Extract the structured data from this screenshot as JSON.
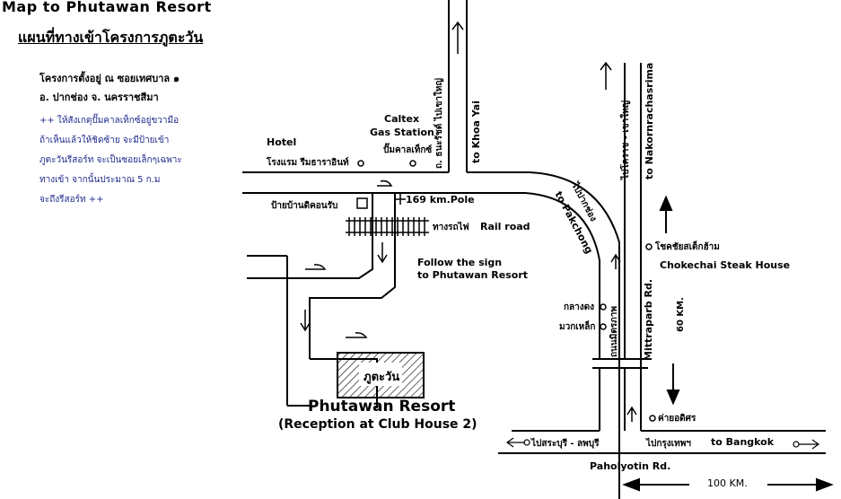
{
  "header": {
    "title_en": "Map to Phutawan Resort",
    "title_th": "แผนที่ทางเข้าโครงการภูตะวัน"
  },
  "address": {
    "line1": "โครงการตั้งอยู่ ณ ซอยเทศบาล ๑",
    "line2": "อ. ปากช่อง จ. นครราชสีมา"
  },
  "directions": [
    "++ ให้สังเกตุปั๊มคาลเท็กซ์อยู่ขวามือ",
    "ถ้าเห็นแล้วให้ชิดซ้าย จะมีป้ายเข้า",
    "ภูตะวันรีสอร์ท จะเป็นซอยเล็กๆเฉพาะ",
    "ทางเข้า จากนั้นประมาณ 5 ก.ม",
    "จะถึงรีสอร์ท ++"
  ],
  "labels": {
    "hotel_en": "Hotel",
    "hotel_th": "โรงแรม รีมธาราอินท์",
    "caltex_1": "Caltex",
    "caltex_2": "Gas Station",
    "caltex_th": "ปั๊มคาลเท็กซ์",
    "khao_yai_th": "ถ. ธนะรัชต์ ไปเขาใหญ่",
    "khao_yai_en": "to Khoa Yai",
    "sign_th": "ป้ายบ้านดิคอนรับ",
    "km_pole": "169 km.Pole",
    "rail_th": "ทางรถไฟ",
    "rail_en": "Rail road",
    "follow_1": "Follow the sign",
    "follow_2": "to Phutawan Resort",
    "pakchong_th": "ไปปากช่อง",
    "pakchong_en": "to Pakchong",
    "korat_th": "ไปโคราช - เขาใหญ่",
    "korat_en": "to Nakornrachasrima",
    "steak_th": "โชคชัยสเต็กฮ้าม",
    "steak_en": "Chokechai Steak House",
    "mittraparb_th": "ถนนมิตรภาพ",
    "mittraparb_en": "Mittraparb Rd.",
    "dist_60": "60 KM.",
    "klangdong": "กลางดง",
    "muak_lek": "มวกเหล็ก",
    "camp": "ค่ายอดิศร",
    "resort_block": "ภูตะวัน",
    "resort_name": "Phutawan Resort",
    "resort_sub": "(Reception at Club House 2)",
    "saraburi": "ไปสระบุรี - ลพบุรี",
    "bangkok_th": "ไปกรุงเทพฯ",
    "bangkok_en": "to Bangkok",
    "paholyotin": "Paholyotin Rd.",
    "dist_100": "100 KM."
  },
  "colors": {
    "ink": "#000000",
    "note_blue": "#1f2a8c",
    "paper": "#ffffff"
  }
}
